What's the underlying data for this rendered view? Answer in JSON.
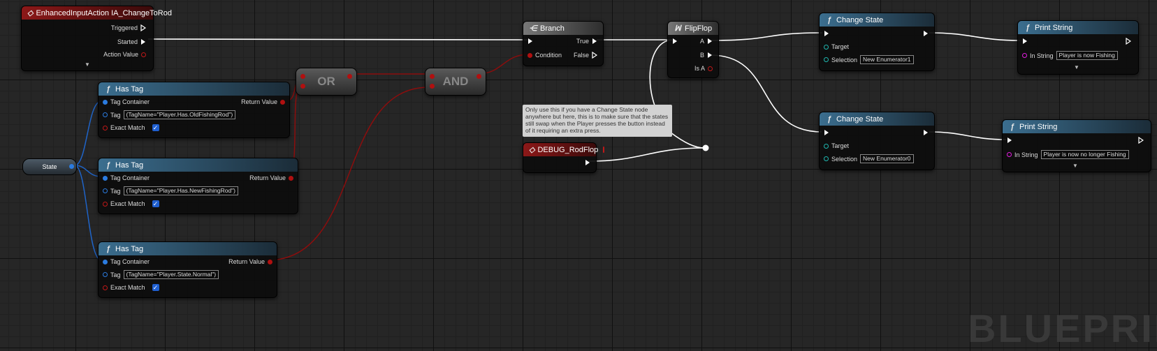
{
  "canvas": {
    "watermark": "BLUEPRINT",
    "colors": {
      "exec_wire": "#ffffff",
      "bool_wire": "#8c0d0d",
      "struct_wire": "#1f64c8",
      "event_header": "#8c1818",
      "function_header": "#3b6e8f"
    }
  },
  "input_event": {
    "icon": "event-diamond-icon",
    "title": "EnhancedInputAction IA_ChangeToRod",
    "pins": {
      "triggered": "Triggered",
      "started": "Started",
      "action_value": "Action Value"
    }
  },
  "state_variable": {
    "label": "State"
  },
  "has_tag_nodes": [
    {
      "title": "Has Tag",
      "tag_container": "Tag Container",
      "return_value": "Return Value",
      "tag_label": "Tag",
      "tag_value": "(TagName=\"Player.Has.OldFishingRod\")",
      "exact_match": "Exact Match"
    },
    {
      "title": "Has Tag",
      "tag_container": "Tag Container",
      "return_value": "Return Value",
      "tag_label": "Tag",
      "tag_value": "(TagName=\"Player.Has.NewFishingRod\")",
      "exact_match": "Exact Match"
    },
    {
      "title": "Has Tag",
      "tag_container": "Tag Container",
      "return_value": "Return Value",
      "tag_label": "Tag",
      "tag_value": "(TagName=\"Player.State.Normal\")",
      "exact_match": "Exact Match"
    }
  ],
  "or_node": {
    "label": "OR"
  },
  "and_node": {
    "label": "AND"
  },
  "branch": {
    "title": "Branch",
    "true_label": "True",
    "false_label": "False",
    "condition": "Condition"
  },
  "flipflop": {
    "title": "FlipFlop",
    "a": "A",
    "b": "B",
    "is_a": "Is A"
  },
  "comment": {
    "text": "Only use this if you have a Change State node anywhere but here, this is to make sure that the states still swap when the Player presses the button instead of it requiring an extra press."
  },
  "debug_event": {
    "title": "DEBUG_RodFlop"
  },
  "change_state_nodes": [
    {
      "title": "Change State",
      "target": "Target",
      "selection_label": "Selection",
      "selection_value": "New Enumerator1"
    },
    {
      "title": "Change State",
      "target": "Target",
      "selection_label": "Selection",
      "selection_value": "New Enumerator0"
    }
  ],
  "print_string_nodes": [
    {
      "title": "Print String",
      "in_string_label": "In String",
      "in_string_value": "Player is now Fishing"
    },
    {
      "title": "Print String",
      "in_string_label": "In String",
      "in_string_value": "Player is now no longer Fishing"
    }
  ]
}
